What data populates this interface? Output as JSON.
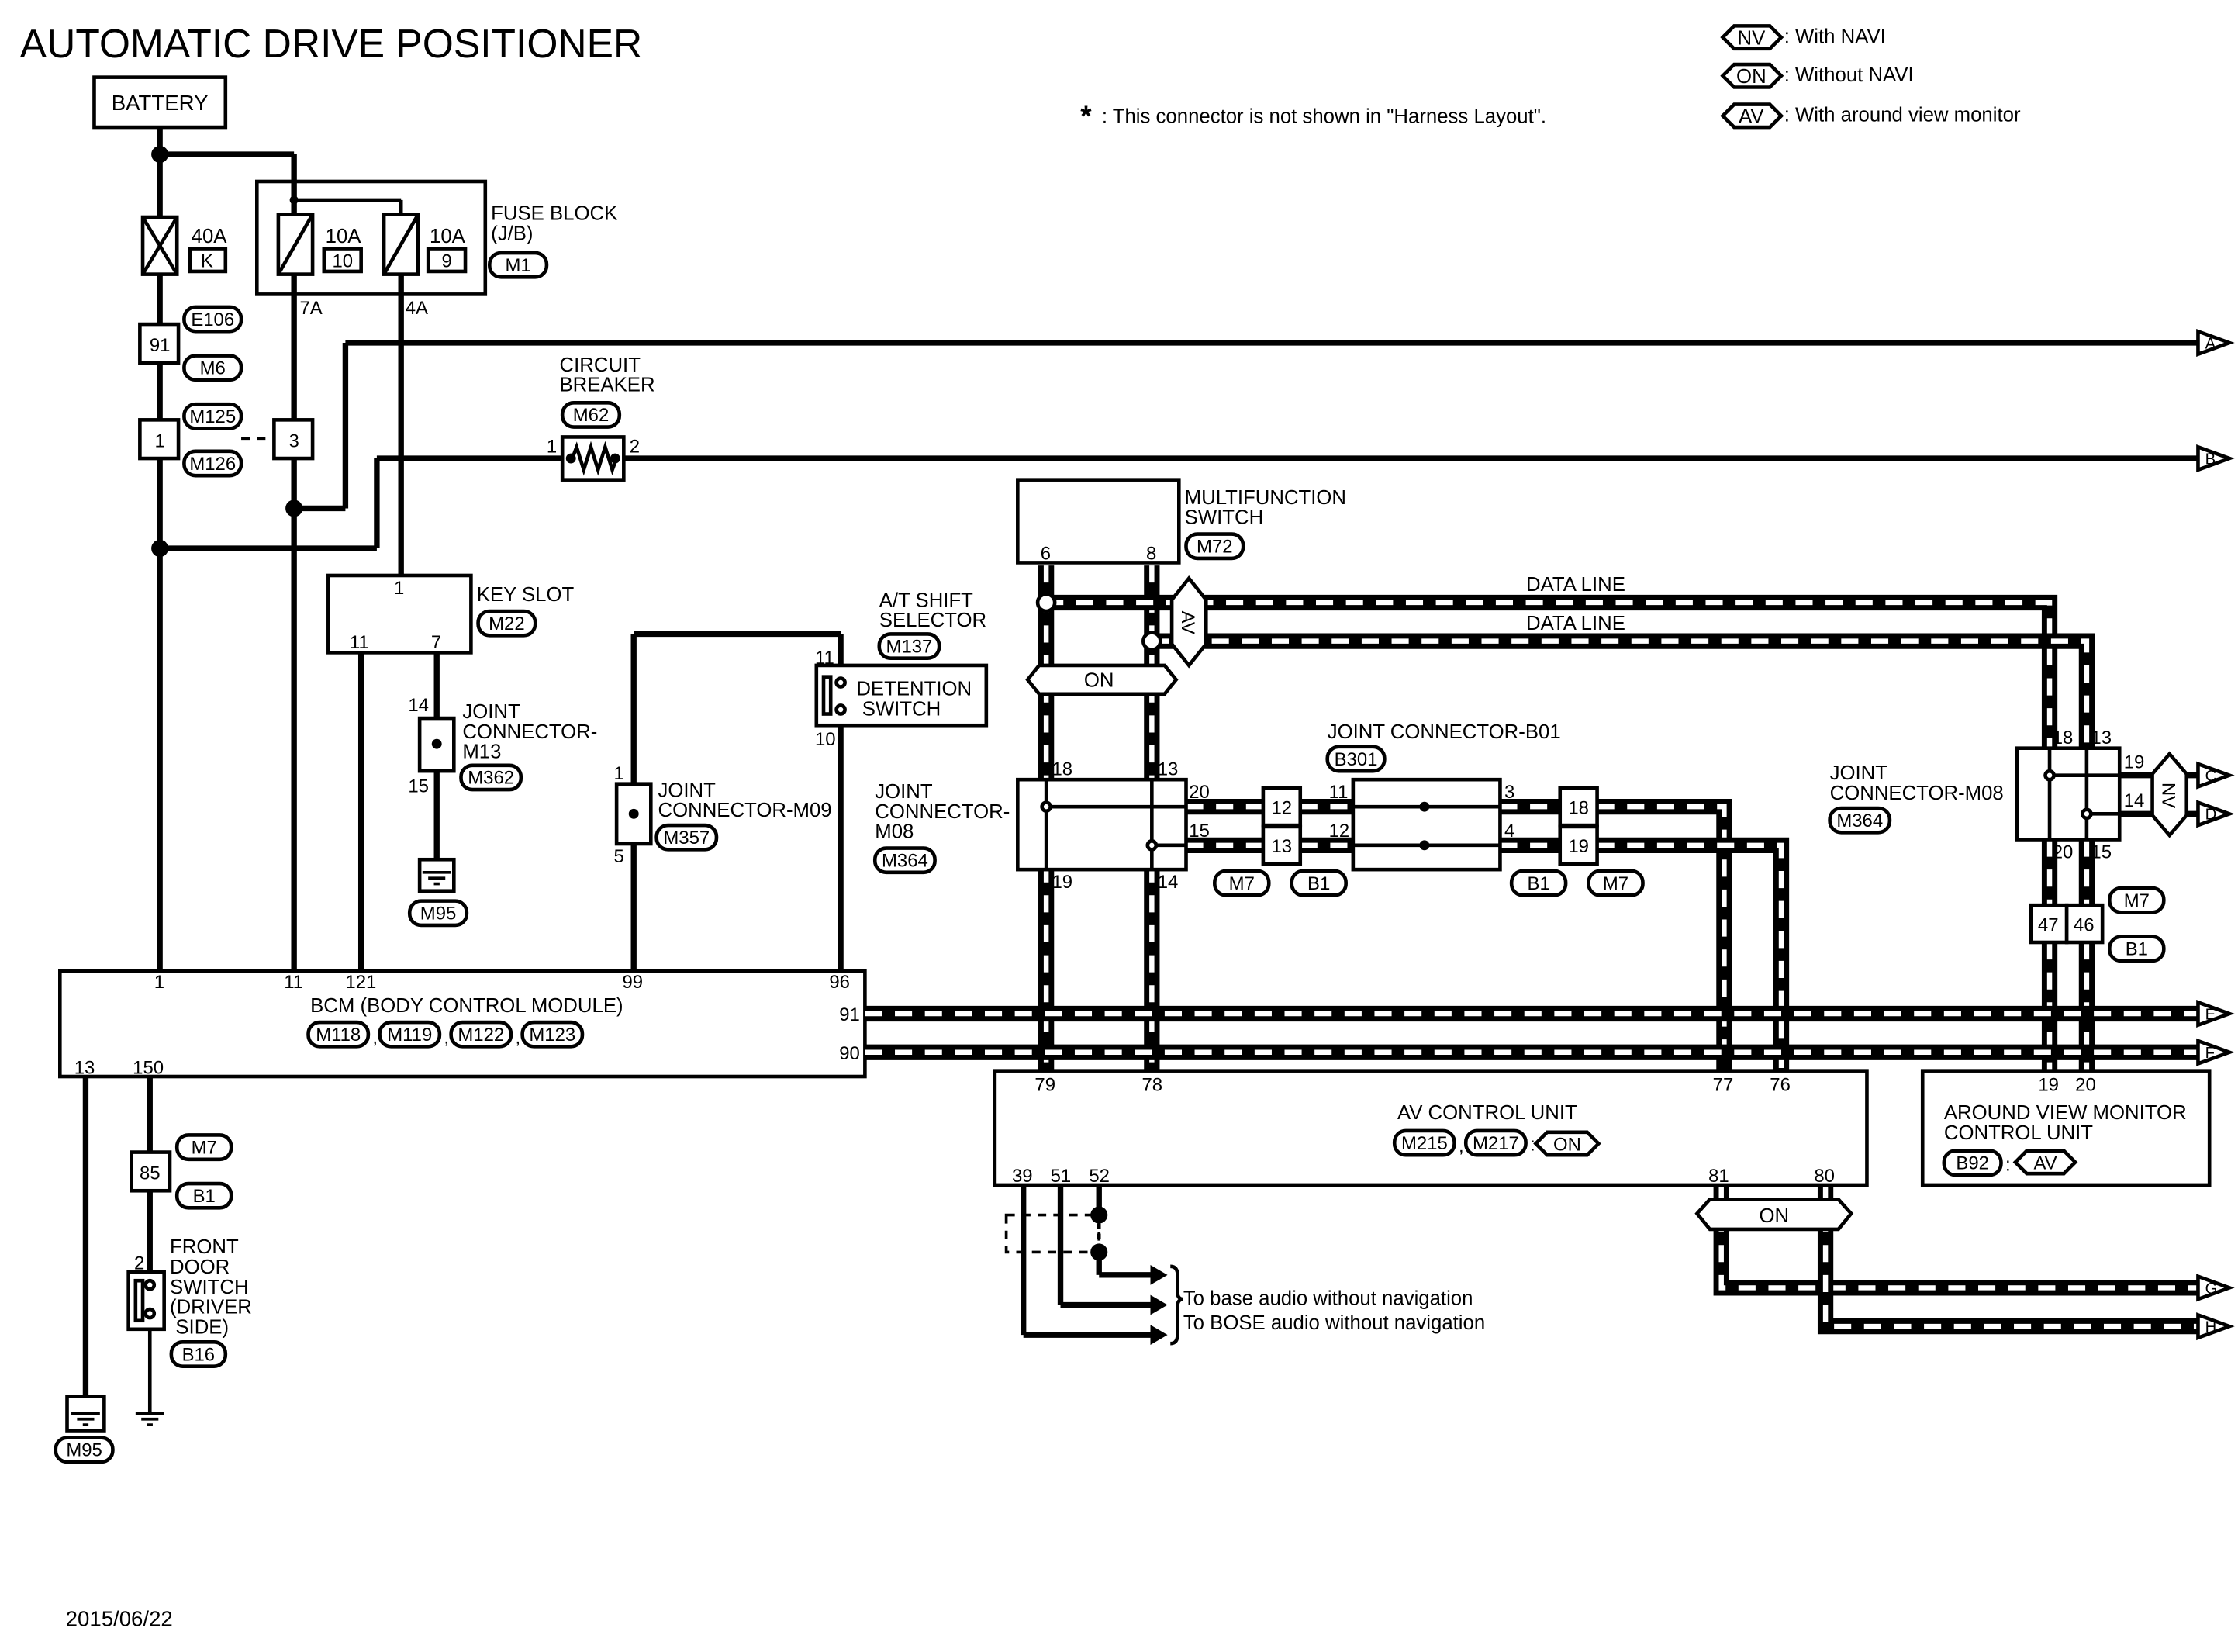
{
  "title": "AUTOMATIC DRIVE POSITIONER",
  "date": "2015/06/22",
  "footnote": ": This connector is not shown in \"Harness Layout\".",
  "footnote_star": "*",
  "legend": [
    {
      "code": "NV",
      "text": ": With NAVI"
    },
    {
      "code": "ON",
      "text": ": Without NAVI"
    },
    {
      "code": "AV",
      "text": ": With around view monitor"
    }
  ],
  "battery": "BATTERY",
  "fuses": {
    "f40": "40A",
    "f40_id": "K",
    "f10a": "10A",
    "f10a_id": "10",
    "f10b": "10A",
    "f10b_id": "9"
  },
  "fuse_block": {
    "l1": "FUSE BLOCK",
    "l2": "(J/B)",
    "conn": "M1",
    "p1": "7A",
    "p2": "4A"
  },
  "e106": {
    "conn": "E106",
    "pin": "91",
    "conn2": "M6"
  },
  "m125": {
    "conn": "M125",
    "pin1": "1",
    "pin2": "3",
    "conn2": "M126"
  },
  "breaker": {
    "l1": "CIRCUIT",
    "l2": "BREAKER",
    "conn": "M62",
    "p1": "1",
    "p2": "2"
  },
  "arrows": [
    "A",
    "B",
    "C",
    "D",
    "E",
    "F",
    "G",
    "H"
  ],
  "multifunction": {
    "l1": "MULTIFUNCTION",
    "l2": "SWITCH",
    "conn": "M72",
    "p6": "6",
    "p8": "8"
  },
  "data_line": "DATA LINE",
  "data_line2": "DATA LINE",
  "av_tag": "AV",
  "on_tag": "ON",
  "on_tag2": "ON",
  "on_tag3": "ON",
  "nv_tag": "NV",
  "key_slot": {
    "name": "KEY SLOT",
    "conn": "M22",
    "p1": "1",
    "p11": "11",
    "p7": "7"
  },
  "jc_m13": {
    "l1": "JOINT",
    "l2": "CONNECTOR-",
    "l3": "M13",
    "conn": "M362",
    "p14": "14",
    "p15": "15"
  },
  "ground_m95": "M95",
  "ground_m95b": "M95",
  "at_shift": {
    "l1": "A/T SHIFT",
    "l2": "SELECTOR",
    "conn": "M137",
    "p11": "11",
    "p10": "10",
    "sw1": "DETENTION",
    "sw2": "SWITCH"
  },
  "jc_m09": {
    "l1": "JOINT",
    "l2": "CONNECTOR-M09",
    "conn": "M357",
    "p1": "1",
    "p5": "5"
  },
  "jc_m08a": {
    "l1": "JOINT",
    "l2": "CONNECTOR-",
    "l3": "M08",
    "conn": "M364",
    "p18": "18",
    "p13": "13",
    "p20": "20",
    "p15": "15",
    "p19": "19",
    "p14": "14"
  },
  "jc_b01": {
    "name": "JOINT CONNECTOR-B01",
    "conn": "B301",
    "p11": "11",
    "p12": "12",
    "p3": "3",
    "p4": "4"
  },
  "m7b1_left": {
    "p12": "12",
    "p13": "13",
    "c1": "M7",
    "c2": "B1"
  },
  "m7b1_right": {
    "p18": "18",
    "p19": "19",
    "c1": "B1",
    "c2": "M7"
  },
  "jc_m08b": {
    "l1": "JOINT",
    "l2": "CONNECTOR-M08",
    "conn": "M364",
    "p18": "18",
    "p13": "13",
    "p19": "19",
    "p14": "14",
    "p20": "20",
    "p15": "15"
  },
  "m7b1_av": {
    "p47": "47",
    "p46": "46",
    "c1": "M7",
    "c2": "B1"
  },
  "bcm": {
    "name": "BCM (BODY CONTROL MODULE)",
    "conns": [
      "M118",
      "M119",
      "M122",
      "M123"
    ],
    "p1": "1",
    "p11": "11",
    "p121": "121",
    "p99": "99",
    "p96": "96",
    "p91": "91",
    "p90": "90",
    "p13": "13",
    "p150": "150"
  },
  "m7b1_door": {
    "pin": "85",
    "c1": "M7",
    "c2": "B1"
  },
  "front_door": {
    "l1": "FRONT",
    "l2": "DOOR",
    "l3": "SWITCH",
    "l4": "(DRIVER",
    "l5": "SIDE)",
    "conn": "B16",
    "p2": "2"
  },
  "av_unit": {
    "name": "AV CONTROL UNIT",
    "conns": [
      "M215",
      "M217"
    ],
    "cond": "ON",
    "p79": "79",
    "p78": "78",
    "p77": "77",
    "p76": "76",
    "p39": "39",
    "p51": "51",
    "p52": "52",
    "p81": "81",
    "p80": "80"
  },
  "avm_unit": {
    "l1": "AROUND VIEW MONITOR",
    "l2": "CONTROL UNIT",
    "conn": "B92",
    "cond": "AV",
    "p19": "19",
    "p20": "20"
  },
  "audio": {
    "l1": "To base audio without navigation",
    "l2": "To BOSE audio without navigation"
  }
}
